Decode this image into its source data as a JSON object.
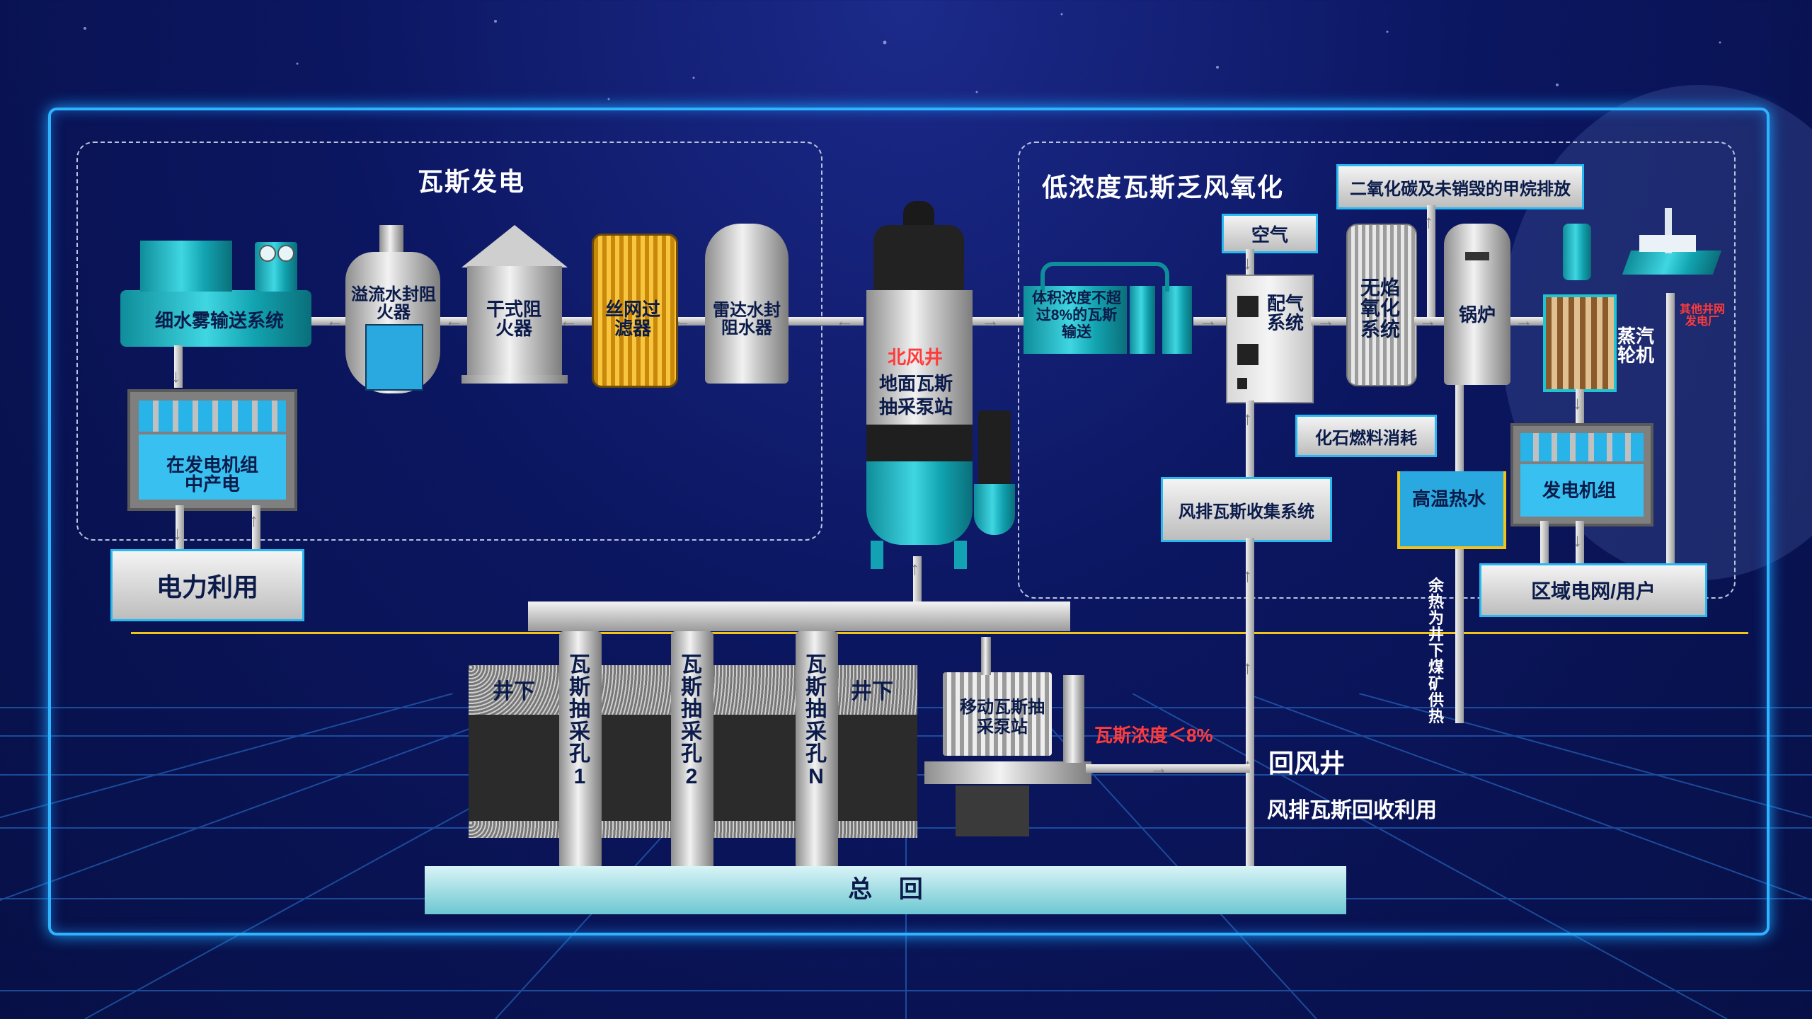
{
  "regions": {
    "gas_power": "瓦斯发电",
    "low_conc": "低浓度瓦斯乏风氧化"
  },
  "equipment": {
    "mist": "细水雾输送系统",
    "overflow": "溢流水封阻火器",
    "dry": "干式阻火器",
    "mesh": "丝网过滤器",
    "radar": "雷达水封阻水器",
    "north_well_red": "北风井",
    "north_well_black": "地面瓦斯抽采泵站",
    "genset_left": "在发电机组中产电",
    "power_use": "电力利用",
    "volume": "体积浓度不超过8%的瓦斯输送",
    "air": "空气",
    "mix": "配气系统",
    "co2": "二氧化碳及未销毁的甲烷排放",
    "flameless": "无焰氧化系统",
    "boiler": "锅炉",
    "steam": "蒸汽轮机",
    "other_plant": "其他井网发电厂",
    "fossil": "化石燃料消耗",
    "vent_collect": "风排瓦斯收集系统",
    "hot_water": "高温热水",
    "genset_right": "发电机组",
    "grid": "区域电网/用户",
    "waste_heat": "余热为井下煤矿供热"
  },
  "underground": {
    "well_down_left": "井下",
    "well_down_right": "井下",
    "hole1": "瓦斯抽采孔1",
    "hole2": "瓦斯抽采孔2",
    "holeN": "瓦斯抽采孔N",
    "mobile": "移动瓦斯抽采泵站",
    "gas_conc": "瓦斯浓度＜8%",
    "return_shaft": "回风井",
    "vent_reuse": "风排瓦斯回收利用",
    "main_return": "总 回"
  },
  "colors": {
    "frame": "#2fb3ff",
    "red_text": "#ff3b3b",
    "teal": "#1fc3d2",
    "box_border": "#28b9f0",
    "divider": "#f0c419"
  }
}
